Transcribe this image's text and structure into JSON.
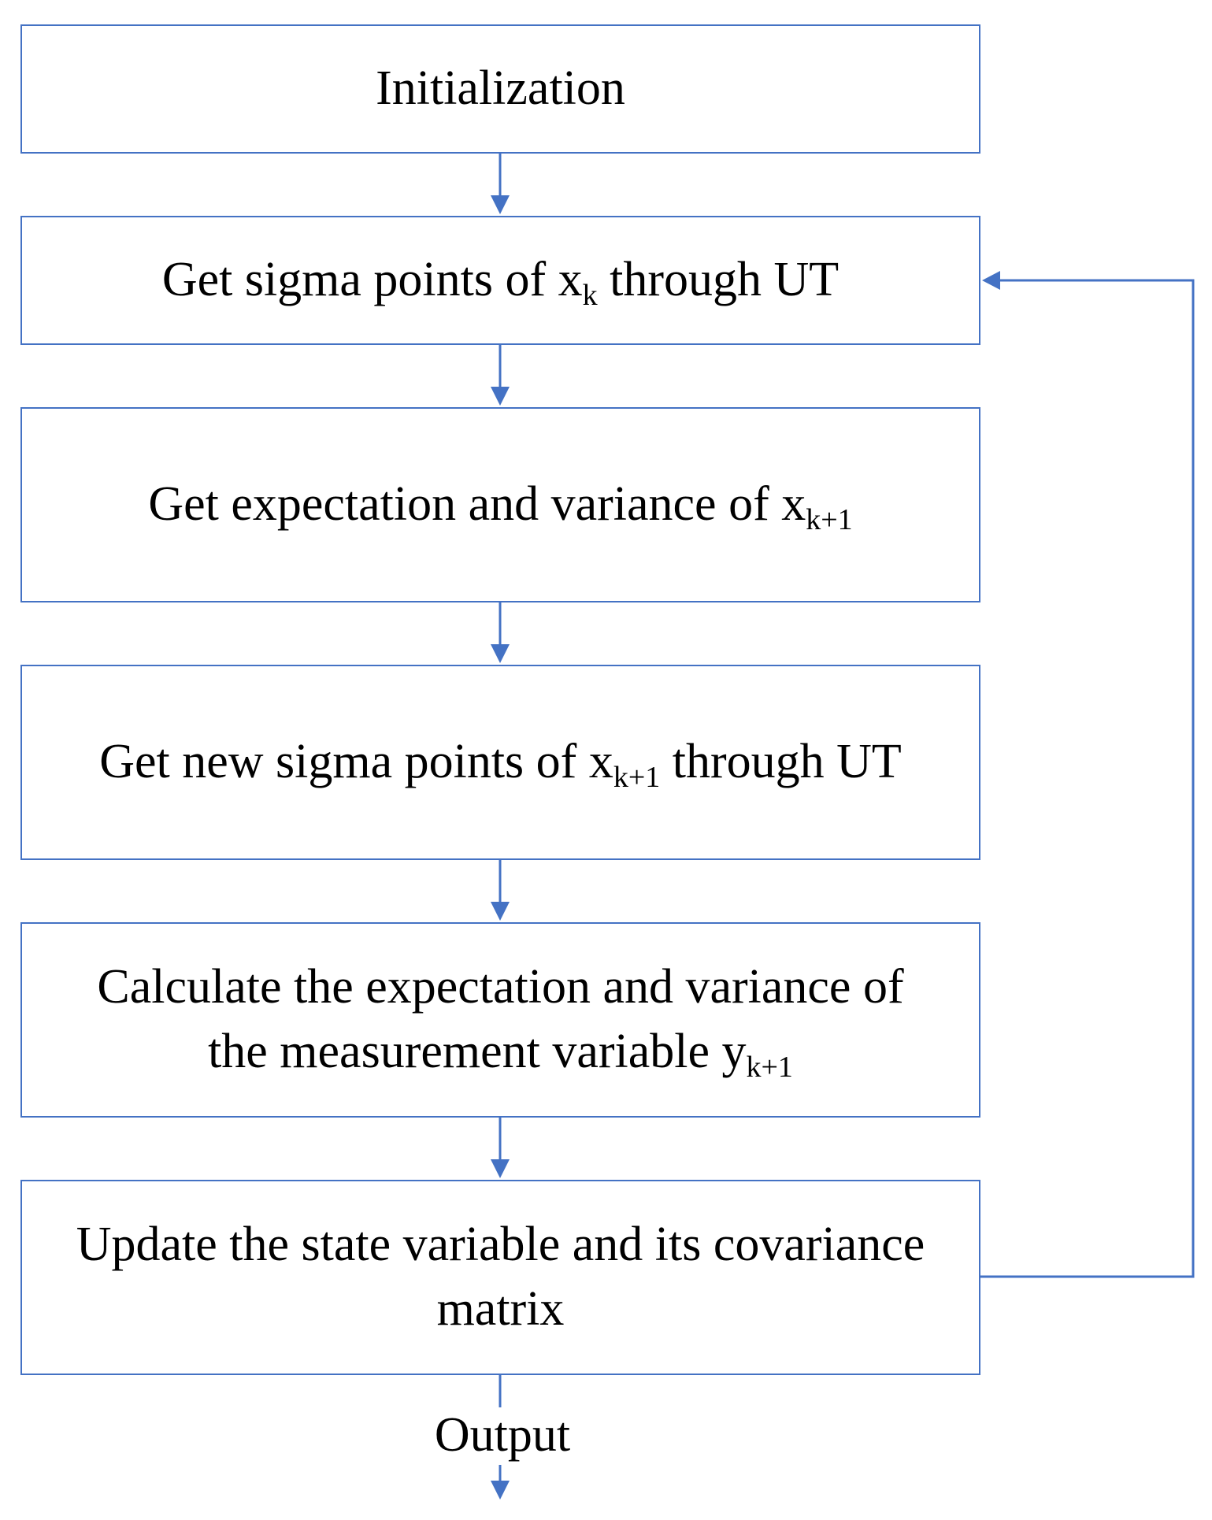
{
  "steps": {
    "initialization": "Initialization",
    "sigma_points": {
      "before": "Get sigma points of x",
      "sub": "k",
      "after": " through UT"
    },
    "expectation": {
      "before": "Get expectation and variance of x",
      "sub": "k+1",
      "after": ""
    },
    "new_sigma_points": {
      "before": "Get new sigma points of x",
      "sub": "k+1",
      "after": " through UT"
    },
    "measurement": {
      "line1": "Calculate the expectation and variance of",
      "before": "the measurement variable y",
      "sub": "k+1"
    },
    "update": {
      "text": "Update the state variable and its covariance matrix"
    }
  },
  "output_label": "Output",
  "colors": {
    "line": "#4472c4",
    "text": "#000000",
    "background": "#ffffff"
  }
}
